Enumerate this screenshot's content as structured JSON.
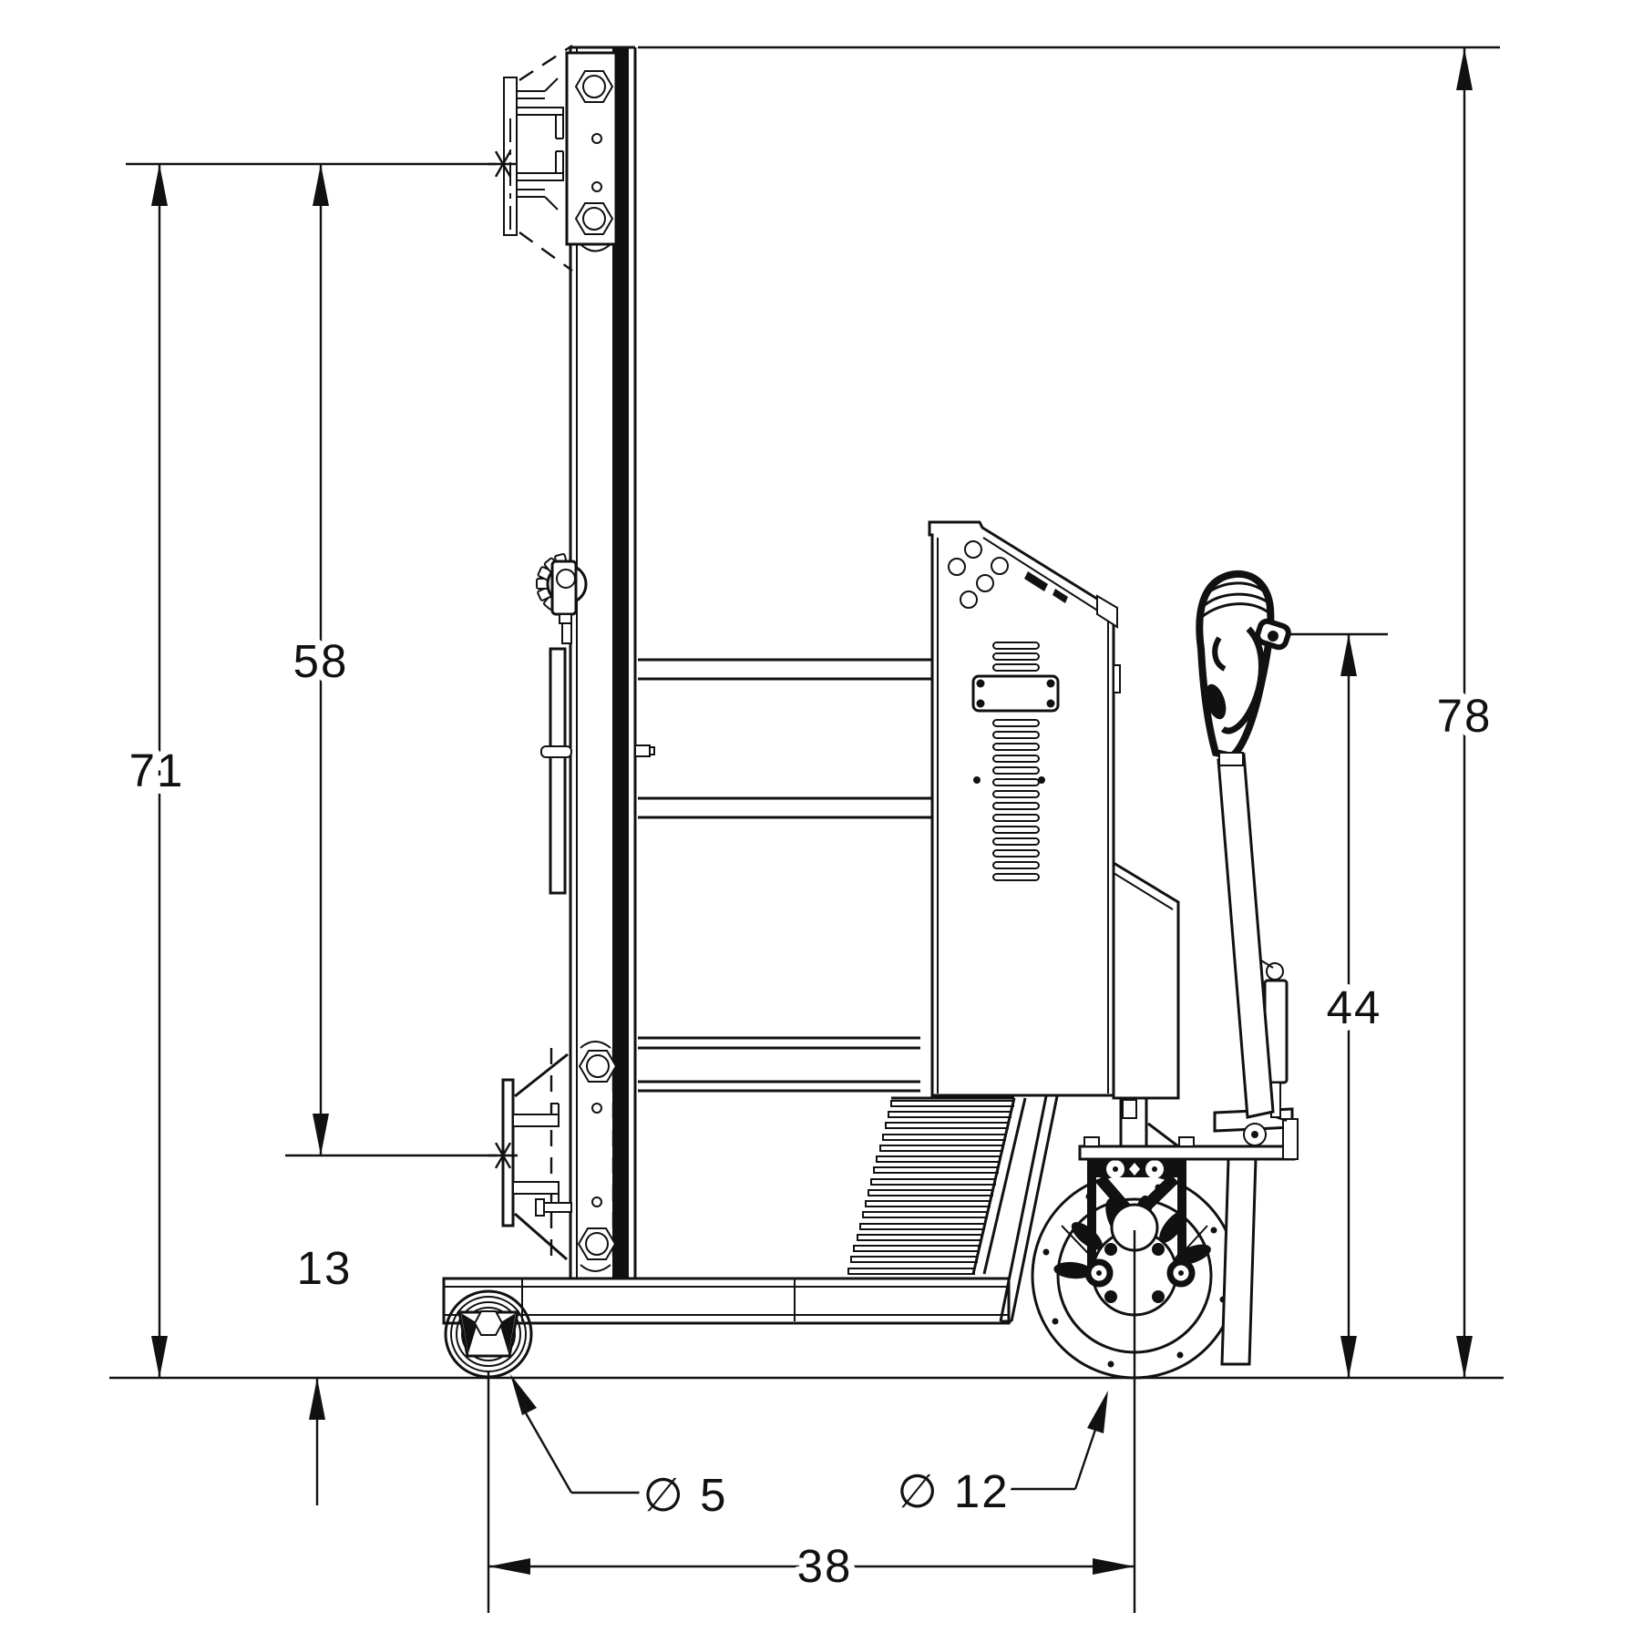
{
  "colors": {
    "ink": "#111111",
    "paper": "#ffffff"
  },
  "dimensions": {
    "overall_height": {
      "label": "78"
    },
    "max_fork_height": {
      "label": "71"
    },
    "lift_travel": {
      "label": "58"
    },
    "fork_lowered_height": {
      "label": "13"
    },
    "handle_height": {
      "label": "44"
    },
    "wheel_span": {
      "label": "38"
    },
    "caster_wheel_diameter": {
      "label": "∅ 5"
    },
    "drive_wheel_diameter": {
      "label": "∅ 12"
    }
  }
}
